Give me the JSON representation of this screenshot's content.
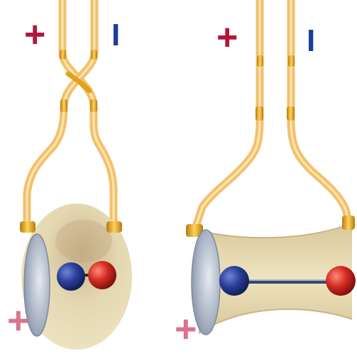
{
  "panels": [
    {
      "id": "left",
      "sign_plus": "+",
      "sign_minus": "I",
      "sign_plus_bottom": "+",
      "wires": "crossed",
      "body": "torus"
    },
    {
      "id": "right",
      "sign_plus": "+",
      "sign_minus": "I",
      "sign_plus_bottom": "+",
      "wires": "straight",
      "body": "stretched-cylinder"
    }
  ],
  "colors": {
    "wire": "#f3c06d",
    "wire_highlight": "#ffe7b0",
    "clip_gold": "#e0a21a",
    "plus_red": "#b2163b",
    "minus_blue": "#1f3e9c",
    "plus_pink": "#d9748a",
    "body_beige": "#d8c89c",
    "electrode_gray": "#b9c2cf",
    "atom_blue": "#2a3f9b",
    "atom_red": "#c62222"
  }
}
